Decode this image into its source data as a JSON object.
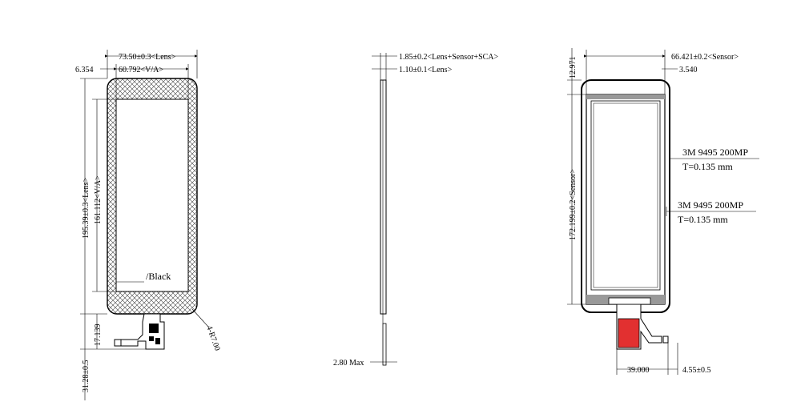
{
  "front_view": {
    "lens_width": "73.50±0.3<Lens>",
    "va_width": "60.792<V/A>",
    "left_offset": "6.354",
    "lens_height": "195.39±0.3<Lens>",
    "va_height": "161.112<V/A>",
    "ink_label": "/Black",
    "fpc_height": "17.139",
    "total_height": "31.28±0.5",
    "corner_radius": "4-R7.00"
  },
  "side_view": {
    "thickness_total": "1.85±0.2<Lens+Sensor+SCA>",
    "thickness_lens": "1.10±0.1<Lens>",
    "fpc_max": "2.80 Max"
  },
  "back_view": {
    "top_offset": "12.971",
    "sensor_width": "66.421±0.2<Sensor>",
    "side_offset": "3.540",
    "sensor_height": "172.199±0.2<Sensor>",
    "tape1_line1": "3M 9495 200MP",
    "tape1_line2": "T=0.135 mm",
    "tape2_line1": "3M 9495 200MP",
    "tape2_line2": "T=0.135 mm",
    "fpc_offset": "39.000",
    "fpc_width": "4.55±0.5"
  }
}
